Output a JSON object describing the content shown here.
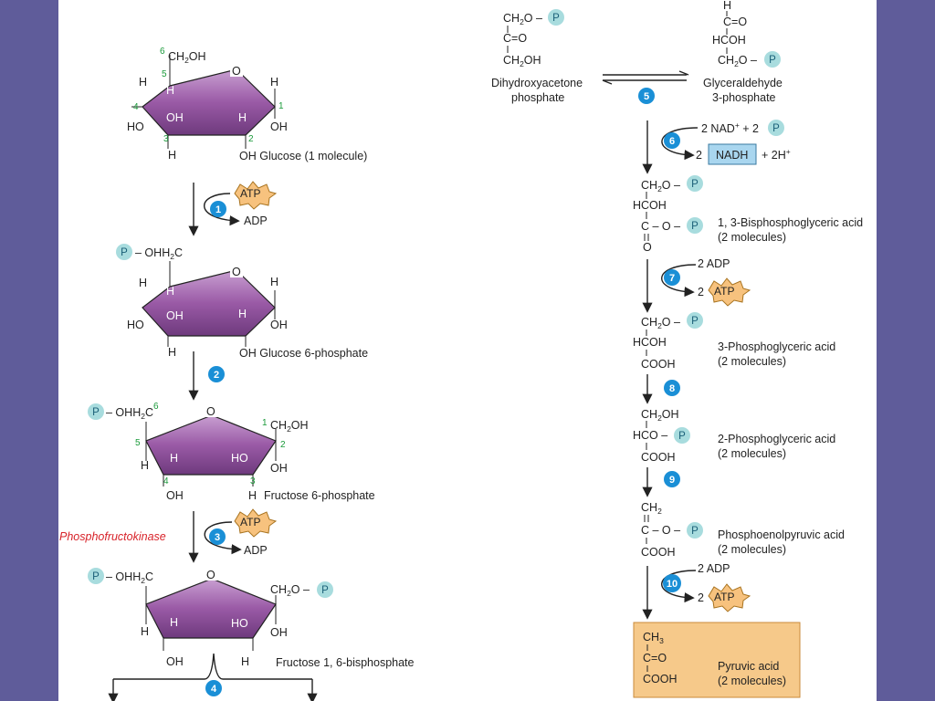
{
  "colors": {
    "background_frame": "#5f5c9a",
    "slide": "#ffffff",
    "ring_fill": "#9a5aa6",
    "step_circle": "#1a8fd6",
    "phosphate_circle": "#a8dcde",
    "atp_burst": "#f7c27e",
    "nadh_box": "#a9d6ef",
    "pyruvate_box": "#f6c98a",
    "enzyme_label": "#d8232a"
  },
  "enzyme": {
    "label": "Phosphofructokinase"
  },
  "phosphate": {
    "symbol": "P"
  },
  "cofactors": {
    "atp": "ATP",
    "adp": "ADP",
    "two_adp": "2 ADP",
    "two_atp_prefix": "2",
    "nad": "2 NAD",
    "nad_sup": "+",
    "nad_tail": " + 2",
    "nadh_prefix": "2",
    "nadh": "NADH",
    "h_ion": "+ 2H",
    "h_sup": "+"
  },
  "steps": [
    "1",
    "2",
    "3",
    "4",
    "5",
    "6",
    "7",
    "8",
    "9",
    "10"
  ],
  "labels": {
    "glucose": "OH Glucose (1 molecule)",
    "glucose6p": "OH Glucose 6-phosphate",
    "fructose6p": "Fructose 6-phosphate",
    "fructose16bp": "Fructose 1, 6-bisphosphate",
    "dhap_1": "Dihydroxyacetone",
    "dhap_2": "phosphate",
    "g3p_1": "Glyceraldehyde",
    "g3p_2": "3-phosphate",
    "bpg13_1": "1, 3-Bisphosphoglyceric acid",
    "bpg13_2": "(2 molecules)",
    "pg3_1": "3-Phosphoglyceric acid",
    "pg3_2": "(2 molecules)",
    "pg2_1": "2-Phosphoglyceric acid",
    "pg2_2": "(2 molecules)",
    "pep_1": "Phosphoenolpyruvic acid",
    "pep_2": "(2 molecules)",
    "pyr_1": "Pyruvic acid",
    "pyr_2": "(2 molecules)"
  },
  "atoms": {
    "H": "H",
    "OH": "OH",
    "HO": "HO",
    "O": "O",
    "CH2OH_main": "CH",
    "CH2OH_tail": "OH",
    "sub2": "2",
    "sub3": "3",
    "P_OH2C_mid": "– OH",
    "P_OH2C_tail": "C",
    "CH2O_main": "CH",
    "CH2O_tail": "O –",
    "C_eq_O": "C=O",
    "HC_eq_O": "C=O",
    "HCOH": "HCOH",
    "HCO": "HCO –",
    "COOH": "COOH",
    "C_O": "C – O –",
    "CH3": "CH",
    "CH2_pep": "CH",
    "C_minus_O": "C – O –"
  },
  "carbon_numbers": [
    "1",
    "2",
    "3",
    "4",
    "5",
    "6"
  ]
}
